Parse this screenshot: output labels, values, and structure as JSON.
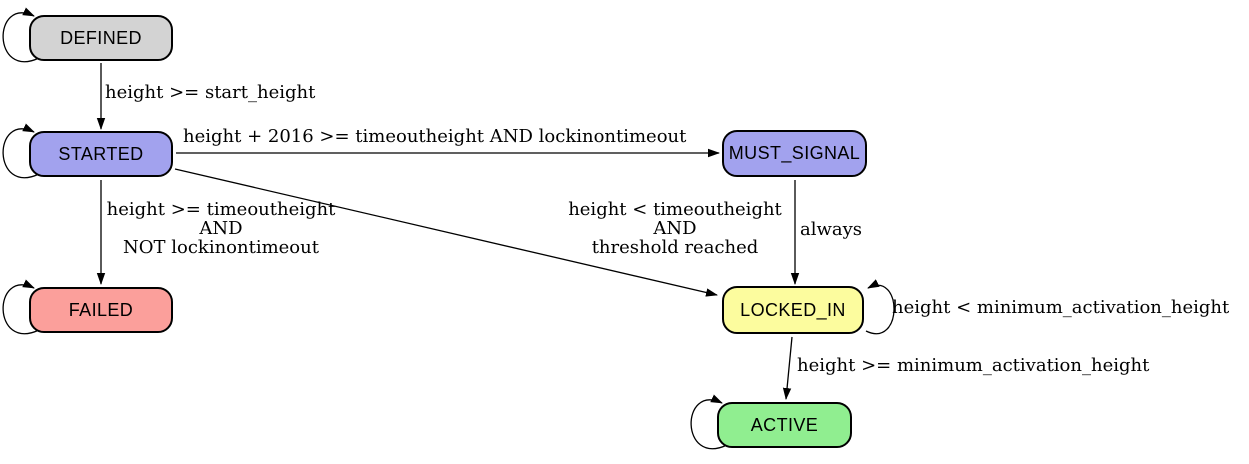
{
  "diagram": {
    "background": "#ffffff",
    "line_color": "#000000",
    "node_border_color": "#000000"
  },
  "nodes": {
    "defined": {
      "label": "DEFINED",
      "fill": "#d3d3d3"
    },
    "started": {
      "label": "STARTED",
      "fill": "#a2a2ee"
    },
    "failed": {
      "label": "FAILED",
      "fill": "#fb9f9b"
    },
    "must_signal": {
      "label": "MUST_SIGNAL",
      "fill": "#a2a2ee"
    },
    "locked_in": {
      "label": "LOCKED_IN",
      "fill": "#fcfc9e"
    },
    "active": {
      "label": "ACTIVE",
      "fill": "#90ee90"
    }
  },
  "edges": {
    "defined_to_started": {
      "label": "height >= start_height"
    },
    "started_to_must_signal": {
      "label": "height + 2016 >= timeoutheight AND lockinontimeout"
    },
    "started_to_failed": {
      "lines": [
        "height >= timeoutheight",
        "AND",
        "NOT lockinontimeout"
      ]
    },
    "started_to_locked_in": {
      "lines": [
        "height < timeoutheight",
        "AND",
        "threshold reached"
      ]
    },
    "must_signal_to_locked_in": {
      "label": "always"
    },
    "locked_in_self_loop": {
      "label": "height < minimum_activation_height"
    },
    "locked_in_to_active": {
      "label": "height >= minimum_activation_height"
    }
  }
}
